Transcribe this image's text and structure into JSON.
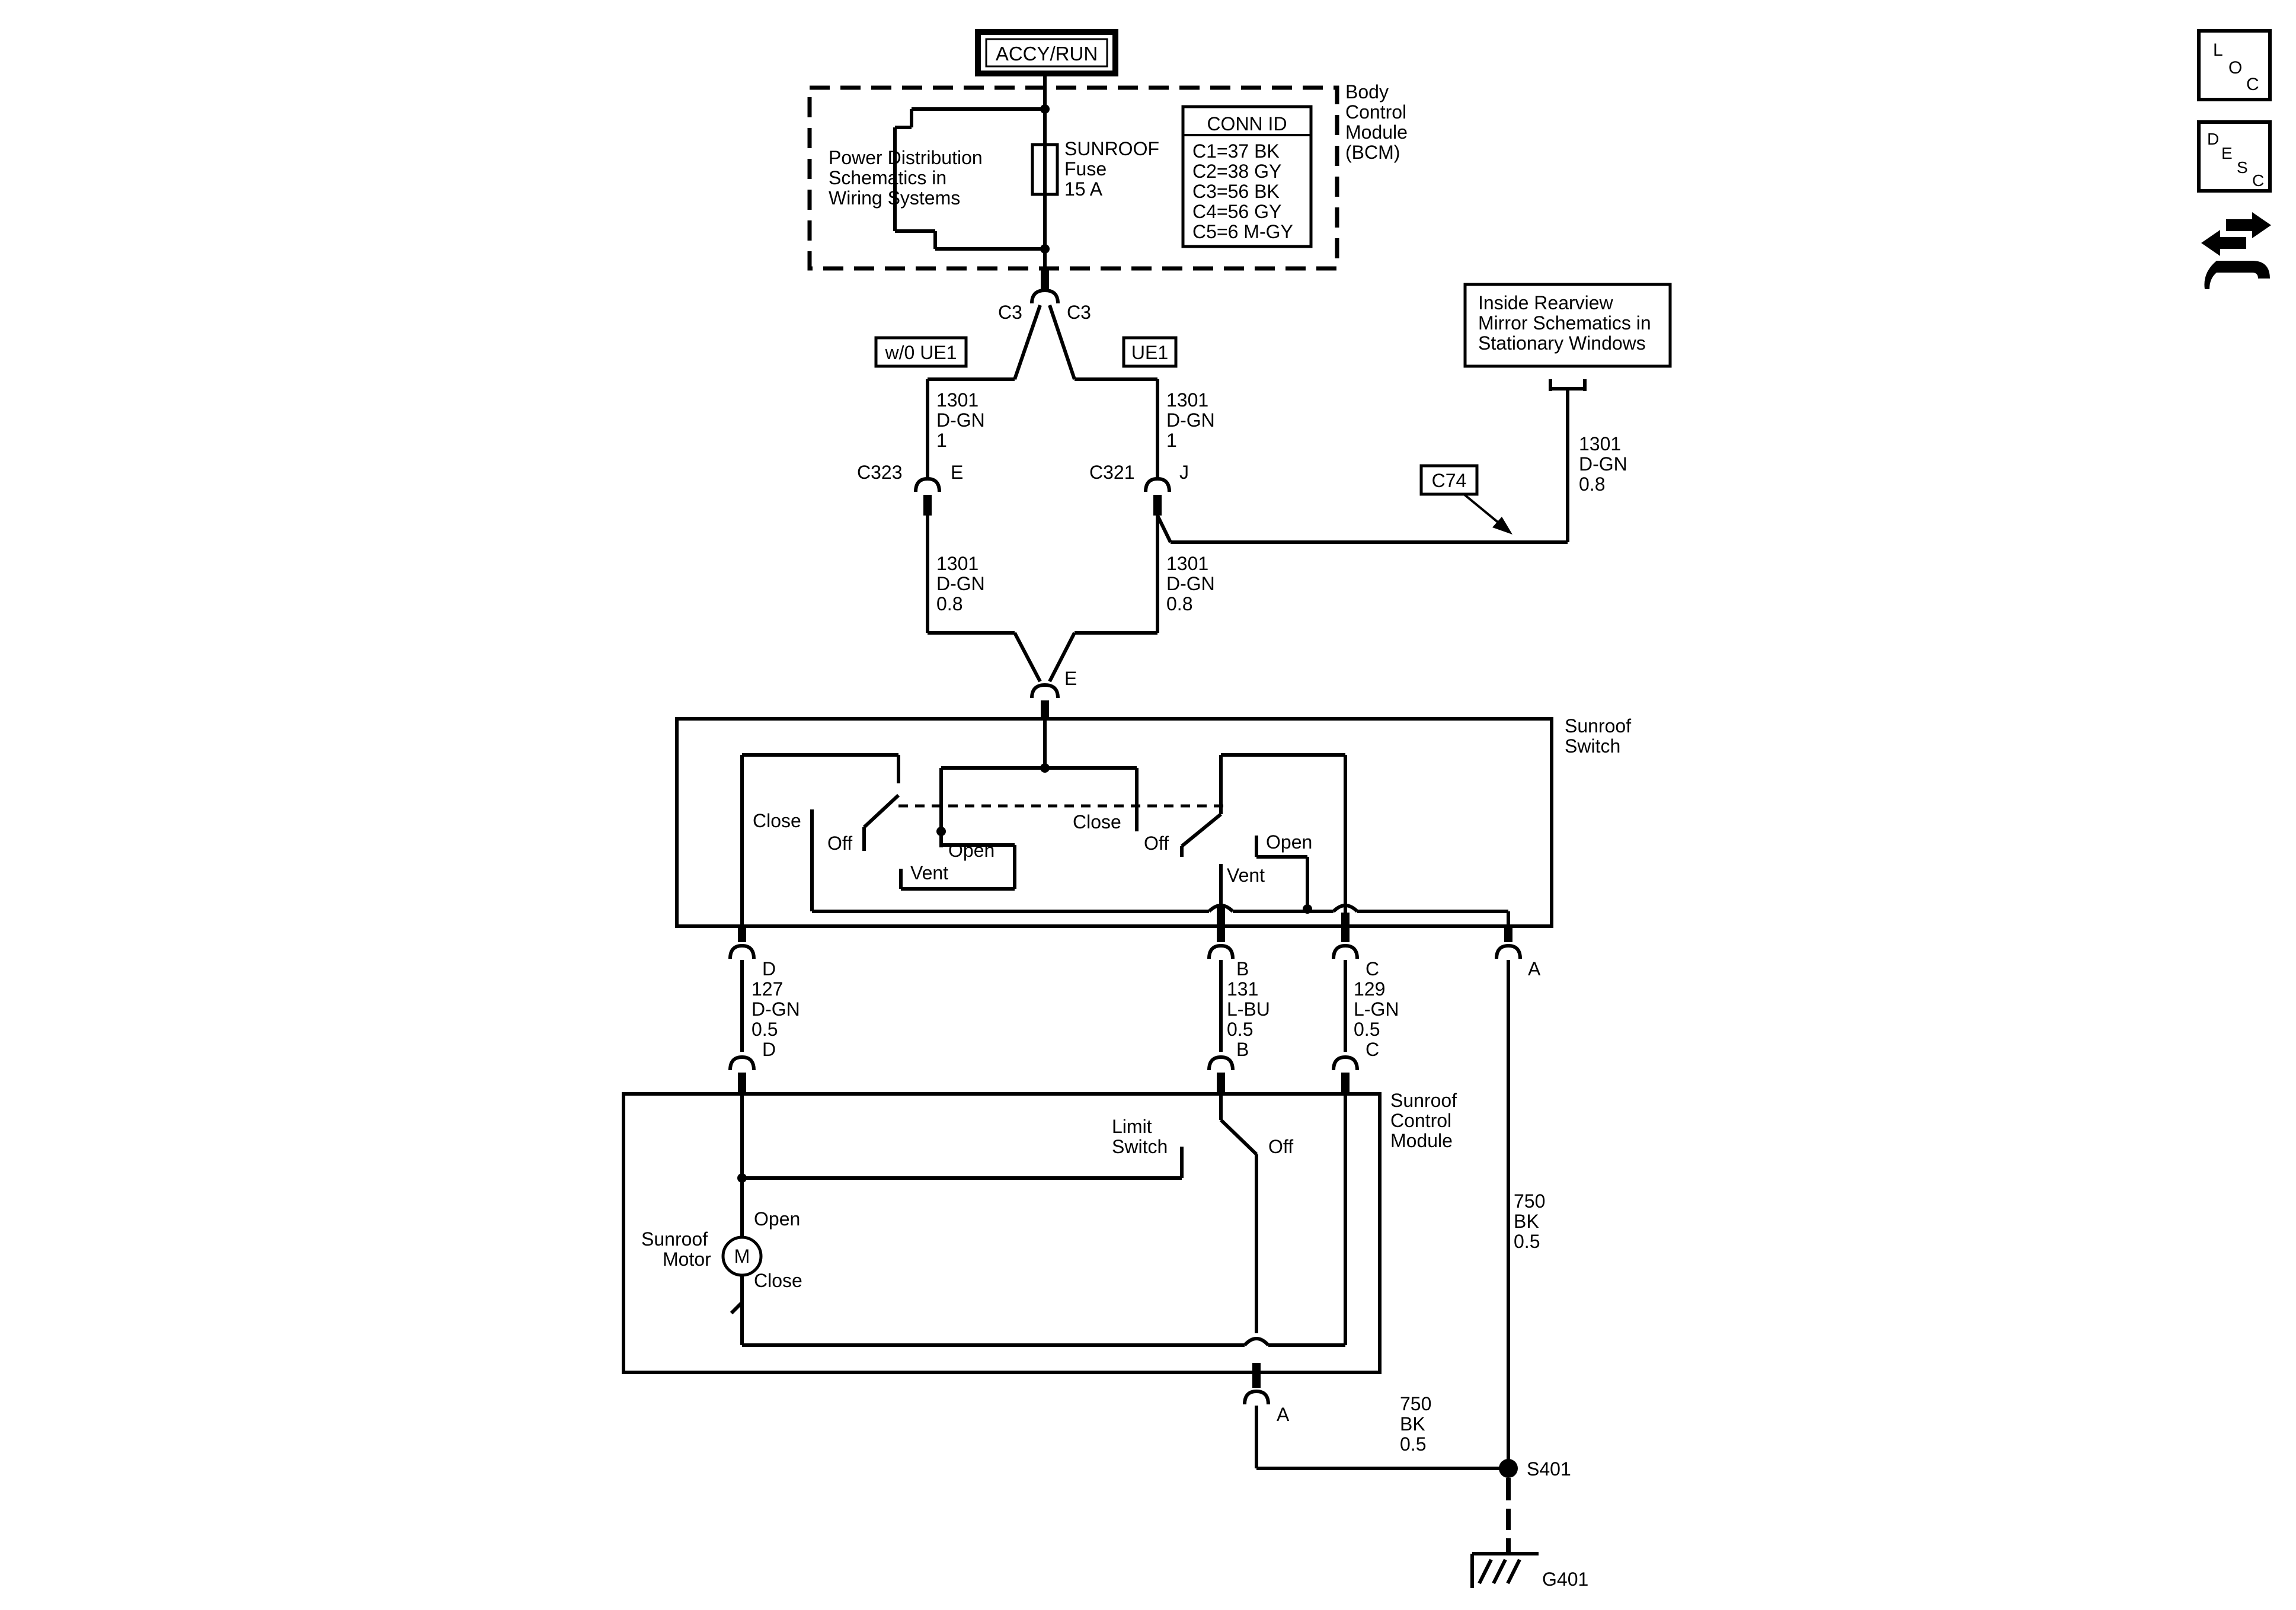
{
  "power": {
    "accy_run": "ACCY/RUN"
  },
  "bcm": {
    "title_lines": [
      "Body",
      "Control",
      "Module",
      "(BCM)"
    ],
    "power_dist_lines": [
      "Power Distribution",
      "Schematics in",
      "Wiring Systems"
    ],
    "fuse_lines": [
      "SUNROOF",
      "Fuse",
      "15 A"
    ],
    "conn_id_title": "CONN ID",
    "conn_ids": [
      "C1=37 BK",
      "C2=38 GY",
      "C3=56 BK",
      "C4=56 GY",
      "C5=6 M-GY"
    ]
  },
  "connectors": {
    "c3_left": "C3",
    "c3_right": "C3",
    "c323": "C323",
    "c323_pin": "E",
    "c321": "C321",
    "c321_pin": "J",
    "switch_e": "E",
    "d_top": "D",
    "d_bottom": "D",
    "b_top": "B",
    "b_bottom": "B",
    "c_top": "C",
    "c_bottom": "C",
    "a_switch": "A",
    "a_module": "A",
    "c74": "C74",
    "s401": "S401",
    "g401": "G401"
  },
  "options": {
    "without_ue1": "w/0 UE1",
    "ue1": "UE1"
  },
  "mirror_ref_lines": [
    "Inside Rearview",
    "Mirror Schematics in",
    "Stationary Windows"
  ],
  "wires": {
    "w1301_left_top": [
      "1301",
      "D-GN",
      "1"
    ],
    "w1301_right_top": [
      "1301",
      "D-GN",
      "1"
    ],
    "w1301_mirror": [
      "1301",
      "D-GN",
      "0.8"
    ],
    "w1301_left_bottom": [
      "1301",
      "D-GN",
      "0.8"
    ],
    "w1301_right_bottom": [
      "1301",
      "D-GN",
      "0.8"
    ],
    "w127": [
      "127",
      "D-GN",
      "0.5"
    ],
    "w131": [
      "131",
      "L-BU",
      "0.5"
    ],
    "w129": [
      "129",
      "L-GN",
      "0.5"
    ],
    "w750_upper": [
      "750",
      "BK",
      "0.5"
    ],
    "w750_lower": [
      "750",
      "BK",
      "0.5"
    ]
  },
  "sunroof_switch": {
    "title_lines": [
      "Sunroof",
      "Switch"
    ],
    "close_left": "Close",
    "off_left": "Off",
    "open_left": "Open",
    "vent_left": "Vent",
    "close_right": "Close",
    "off_right": "Off",
    "open_right": "Open",
    "vent_right": "Vent"
  },
  "sunroof_module": {
    "title_lines": [
      "Sunroof",
      "Control",
      "Module"
    ],
    "limit_switch_lines": [
      "Limit",
      "Switch"
    ],
    "off": "Off",
    "motor_lines": [
      "Sunroof",
      "Motor"
    ],
    "motor_symbol": "M",
    "open": "Open",
    "close": "Close"
  },
  "side_icons": {
    "loc_letters": [
      "L",
      "O",
      "C"
    ],
    "desc_letters": [
      "D",
      "E",
      "S",
      "C"
    ],
    "diag_icon": "diagnostic-arrows-icon"
  }
}
